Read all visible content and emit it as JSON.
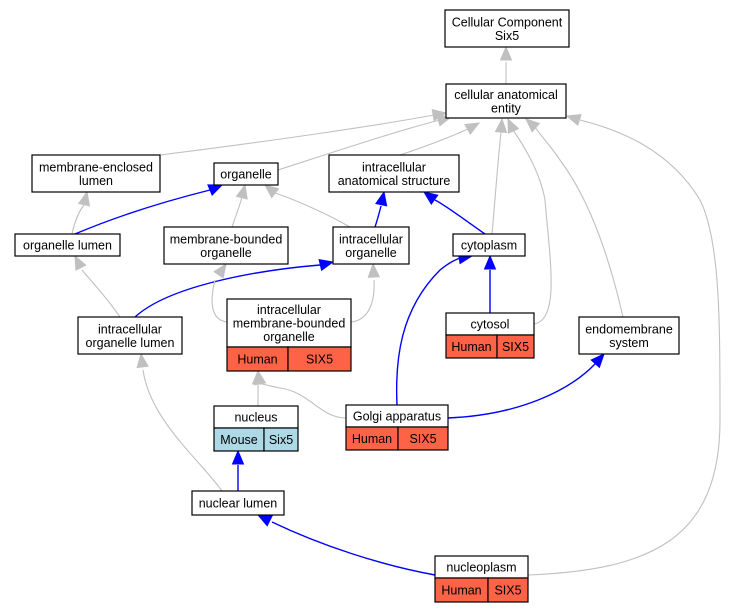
{
  "colors": {
    "gray_edge": "#c0c0c0",
    "blue_edge": "#0000ff",
    "human_fill": "#ff6347",
    "mouse_fill": "#add8e6",
    "node_border": "#000000"
  },
  "nodes": {
    "cellular_component": {
      "lines": [
        "Cellular Component",
        "Six5"
      ]
    },
    "cellular_anatomical_entity": {
      "lines": [
        "cellular anatomical",
        "entity"
      ]
    },
    "membrane_enclosed_lumen": {
      "lines": [
        "membrane-enclosed",
        "lumen"
      ]
    },
    "organelle": {
      "lines": [
        "organelle"
      ]
    },
    "intracellular_anatomical_structure": {
      "lines": [
        "intracellular",
        "anatomical structure"
      ]
    },
    "organelle_lumen": {
      "lines": [
        "organelle lumen"
      ]
    },
    "membrane_bounded_organelle": {
      "lines": [
        "membrane-bounded",
        "organelle"
      ]
    },
    "intracellular_organelle": {
      "lines": [
        "intracellular",
        "organelle"
      ]
    },
    "cytoplasm": {
      "lines": [
        "cytoplasm"
      ]
    },
    "intracellular_organelle_lumen": {
      "lines": [
        "intracellular",
        "organelle lumen"
      ]
    },
    "intracellular_membrane_bounded_organelle": {
      "lines": [
        "intracellular",
        "membrane-bounded",
        "organelle"
      ],
      "species": "Human",
      "gene": "SIX5"
    },
    "cytosol": {
      "lines": [
        "cytosol"
      ],
      "species": "Human",
      "gene": "SIX5"
    },
    "endomembrane_system": {
      "lines": [
        "endomembrane",
        "system"
      ]
    },
    "nucleus": {
      "lines": [
        "nucleus"
      ],
      "species": "Mouse",
      "gene": "Six5"
    },
    "golgi_apparatus": {
      "lines": [
        "Golgi apparatus"
      ],
      "species": "Human",
      "gene": "SIX5"
    },
    "nuclear_lumen": {
      "lines": [
        "nuclear lumen"
      ]
    },
    "nucleoplasm": {
      "lines": [
        "nucleoplasm"
      ],
      "species": "Human",
      "gene": "SIX5"
    }
  }
}
